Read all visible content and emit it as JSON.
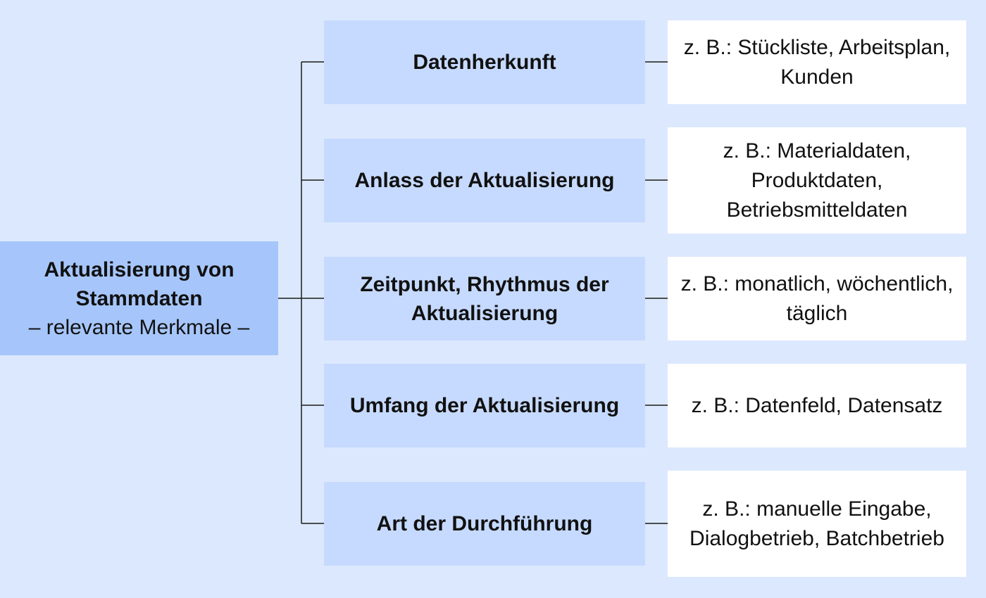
{
  "root": {
    "title": "Aktualisierung von Stammdaten",
    "subtitle": "– relevante Merkmale –"
  },
  "branches": [
    {
      "label": "Datenherkunft",
      "example": "z. B.: Stückliste, Arbeitsplan, Kunden"
    },
    {
      "label": "Anlass der Aktualisierung",
      "example": "z. B.: Materialdaten, Produktdaten, Betriebsmitteldaten"
    },
    {
      "label": "Zeitpunkt, Rhythmus der Aktualisierung",
      "example": "z. B.: monatlich, wöchentlich, täglich"
    },
    {
      "label": "Umfang der Aktualisierung",
      "example": "z. B.: Datenfeld, Datensatz"
    },
    {
      "label": "Art der Durchführung",
      "example": "z. B.: manuelle Eingabe, Dialogbetrieb, Batchbetrieb"
    }
  ],
  "colors": {
    "background": "#dce8fd",
    "root_fill": "#a6c6fb",
    "node_fill": "#c6daff",
    "example_fill": "#ffffff",
    "connector": "#1a1a1a"
  }
}
